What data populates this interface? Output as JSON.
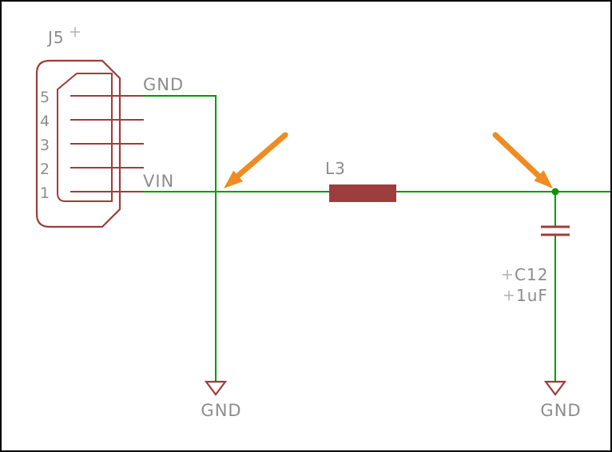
{
  "connector": {
    "designator": "J5",
    "pins": [
      "5",
      "4",
      "3",
      "2",
      "1"
    ],
    "net_labels": {
      "gnd": "GND",
      "vin": "VIN"
    }
  },
  "inductor": {
    "designator": "L3"
  },
  "capacitor": {
    "designator": "C12",
    "value": "1uF"
  },
  "grounds": {
    "left": "GND",
    "right": "GND"
  },
  "colors": {
    "wire_green": "#009a00",
    "symbol_red": "#9e3d3d",
    "label_gray": "#8c8c8c",
    "annotation_orange": "#ef8b22",
    "background": "#ffffff",
    "border": "#000000"
  }
}
